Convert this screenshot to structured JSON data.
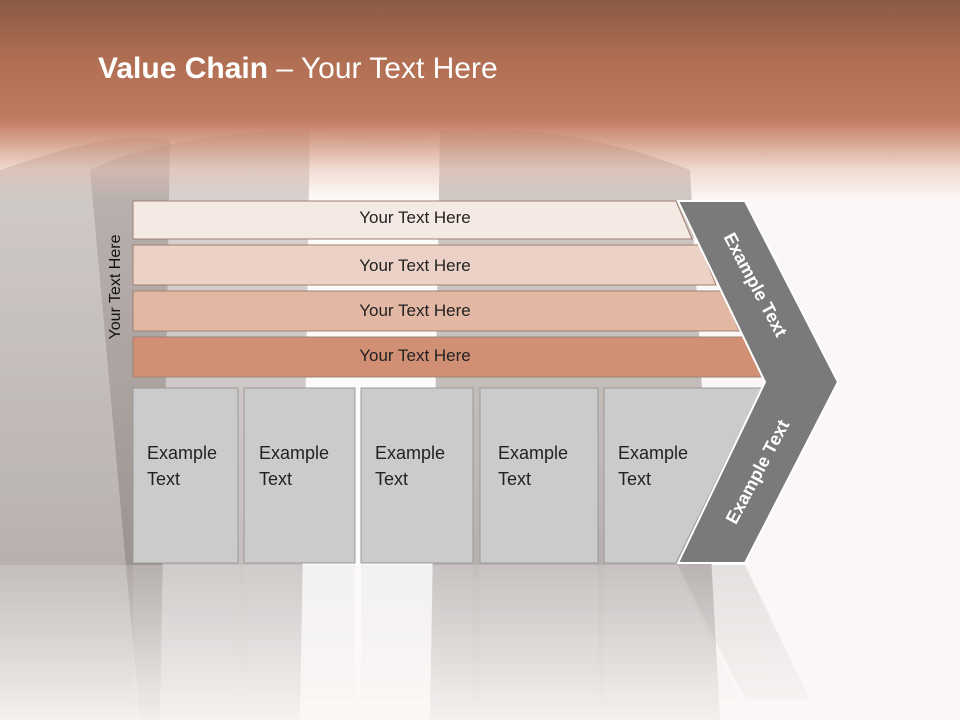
{
  "title": {
    "bold": "Value Chain",
    "rest": " – Your Text Here"
  },
  "side_label": "Your Text Here",
  "rows": [
    {
      "label": "Your Text Here",
      "color": "#f5e9e4"
    },
    {
      "label": "Your Text Here",
      "color": "#ecd2c6"
    },
    {
      "label": "Your Text Here",
      "color": "#e2b7a3"
    },
    {
      "label": "Your Text Here",
      "color": "#d18f73"
    }
  ],
  "cells": [
    {
      "line1": "Example",
      "line2": "Text"
    },
    {
      "line1": "Example",
      "line2": "Text"
    },
    {
      "line1": "Example",
      "line2": "Text"
    },
    {
      "line1": "Example",
      "line2": "Text"
    },
    {
      "line1": "Example",
      "line2": "Text"
    }
  ],
  "chevron": {
    "upper": "Example Text",
    "lower": "Example Text",
    "color": "#7a7a7a"
  },
  "colors": {
    "header": "#c27c60",
    "cell": "#cbcbcb"
  }
}
